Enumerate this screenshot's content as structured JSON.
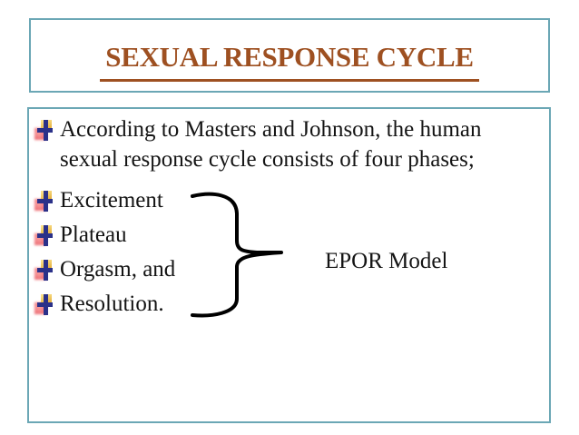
{
  "title": {
    "text": "SEXUAL RESPONSE CYCLE"
  },
  "body": {
    "intro_lines": [
      "According to Masters and Johnson, the human",
      "sexual response cycle consists of four phases;"
    ],
    "phases": [
      "Excitement",
      "Plateau",
      "Orgasm, and",
      "Resolution."
    ],
    "epor_label": "EPOR Model"
  },
  "icons": {
    "bullet": "colored-plus-squares-bullet-icon",
    "brace": "right-curly-brace-shape"
  },
  "colors": {
    "box_border": "#6ba7b5",
    "title_text": "#9e5021",
    "body_text": "#141414",
    "brace": "#000000",
    "bullet_navy": "#2b3189",
    "bullet_yellow": "#e8b843",
    "bullet_red": "#ec6a72",
    "background": "#ffffff"
  }
}
